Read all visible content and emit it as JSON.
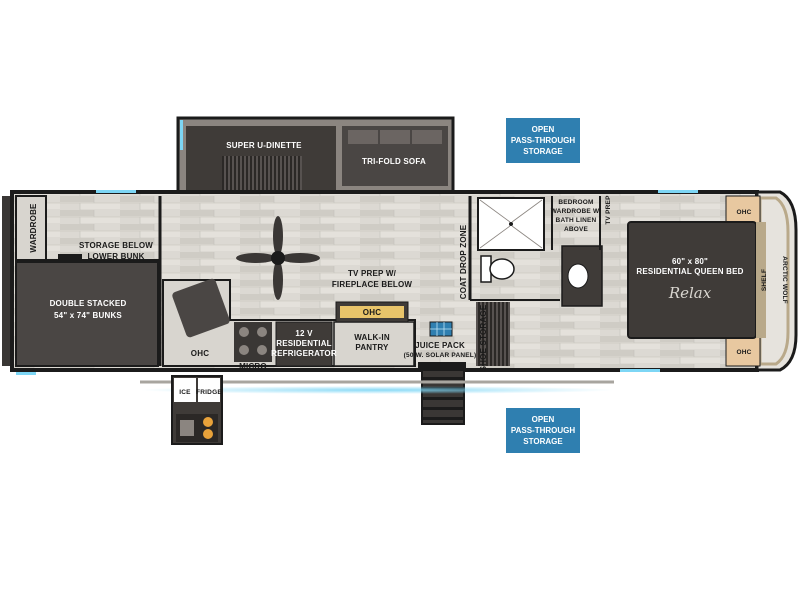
{
  "labels": {
    "super_u_dinette": "SUPER U-DINETTE",
    "tri_fold_sofa": "TRI-FOLD SOFA",
    "wardrobe": "WARDROBE",
    "storage_below": [
      "STORAGE BELOW",
      "LOWER BUNK"
    ],
    "bunks": [
      "DOUBLE STACKED",
      "54\" x 74\" BUNKS"
    ],
    "tv_prep_fireplace": [
      "TV PREP W/",
      "FIREPLACE BELOW"
    ],
    "ohc": "OHC",
    "fridge_12v": [
      "12 V",
      "RESIDENTIAL",
      "REFRIGERATOR"
    ],
    "walk_in_pantry": [
      "WALK-IN",
      "PANTRY"
    ],
    "micro": "MICRO",
    "juice_pack": [
      "JUICE PACK",
      "(50 W. SOLAR PANEL)"
    ],
    "coat_drop_zone": "COAT DROP ZONE",
    "shoe_storage": "SHOE STORAGE",
    "bedroom_wardrobe": [
      "BEDROOM",
      "WARDROBE W/",
      "BATH LINEN",
      "ABOVE"
    ],
    "tv_prep": "TV PREP",
    "queen_bed": [
      "60\" x 80\"",
      "RESIDENTIAL QUEEN BED"
    ],
    "relax": "Relax",
    "shelf": "SHELF",
    "ice": "ICE",
    "fridge": "FRIDGE",
    "brand_cap": "ARCTIC WOLF"
  },
  "callouts": {
    "top": [
      "OPEN",
      "PASS-THROUGH",
      "STORAGE"
    ],
    "bottom": [
      "OPEN",
      "PASS-THROUGH",
      "STORAGE"
    ]
  },
  "colors": {
    "outline": "#1b1b1b",
    "floor": "#d8d5cf",
    "dark_furniture": "#3f3b38",
    "bunk": "#4a4644",
    "callout": "#2f7fb0",
    "accent_light": "#7dd6f5"
  }
}
